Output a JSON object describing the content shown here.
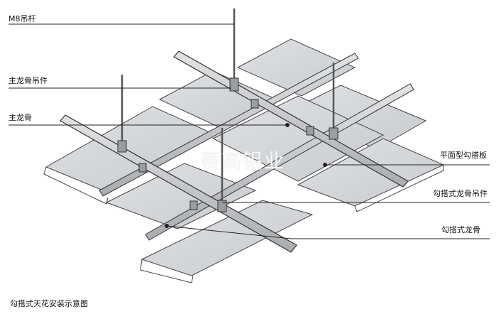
{
  "labels": {
    "m8_rod": "M8吊杆",
    "main_keel_hanger": "主龙骨吊件",
    "main_keel": "主龙骨",
    "flat_panel": "平面型勾搭板",
    "hook_keel_hanger": "勾搭式龙骨吊件",
    "hook_keel": "勾搭式龙骨"
  },
  "watermark": "蒂高铝业",
  "caption": "勾搭式天花安装示意图",
  "colors": {
    "panel_fill": "#d4d6d9",
    "panel_stroke": "#444444",
    "keel_fill": "#c9cbce",
    "leader_line": "#222222"
  }
}
